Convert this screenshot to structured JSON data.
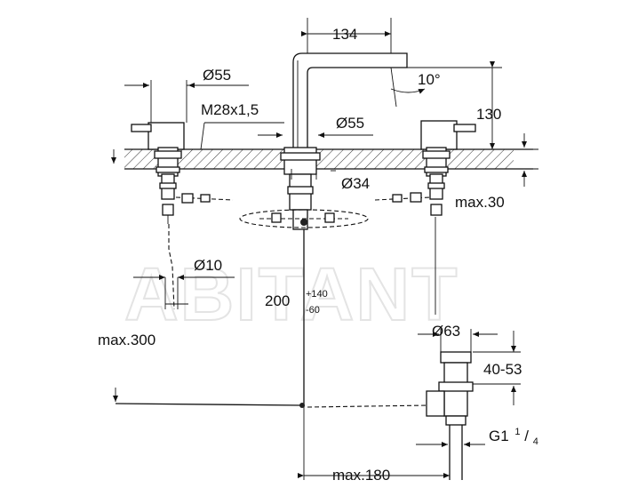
{
  "watermark": "ABITANT",
  "dimensions": {
    "spout_reach": "134",
    "spout_angle": "10°",
    "spout_height": "130",
    "handle_diameter": "Ø55",
    "thread": "M28x1,5",
    "spout_base_diameter": "Ø55",
    "hole_diameter": "Ø34",
    "deck_thickness": "max.30",
    "hose_diameter": "Ø10",
    "spacing_main": "200",
    "spacing_plus": "+140",
    "spacing_minus": "-60",
    "hose_length": "max.300",
    "waste_diameter": "Ø63",
    "waste_height": "40-53",
    "waste_thread_base": "G1",
    "waste_thread_num": "1",
    "waste_thread_den": "4",
    "waste_reach": "max.180"
  }
}
